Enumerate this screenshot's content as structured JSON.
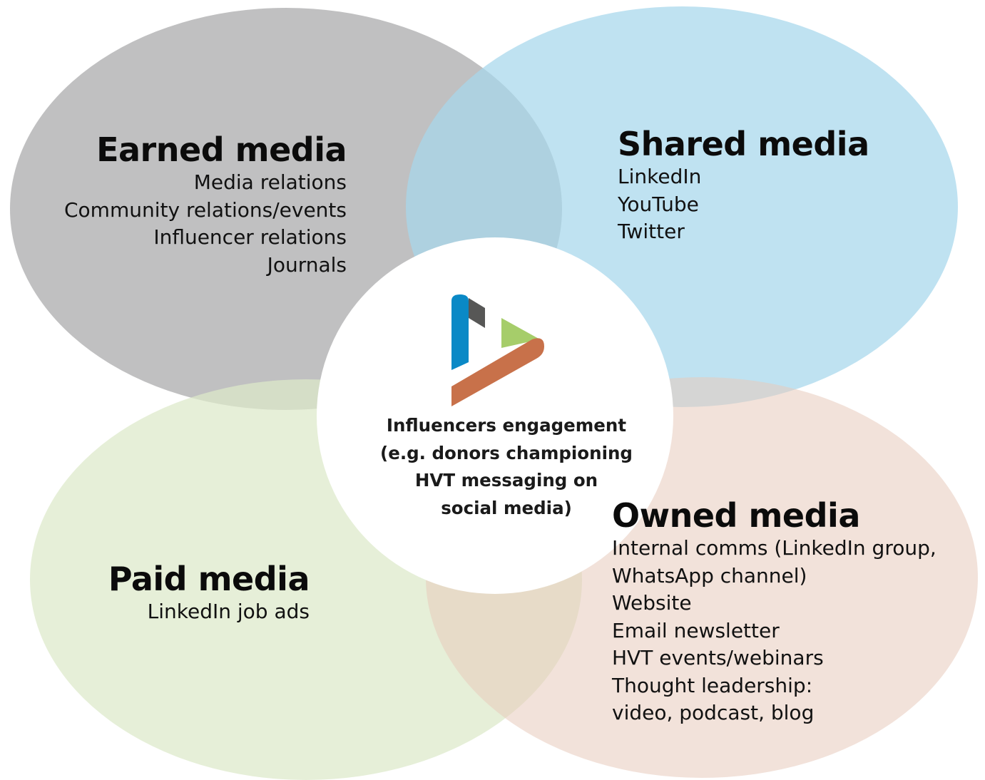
{
  "colors": {
    "earned": "#bdbdbe",
    "shared": "#a6d7eb",
    "paid": "#dde9c9",
    "owned": "#e8cbbb",
    "center": "#ffffff",
    "logo_blue": "#0a89c6",
    "logo_gray": "#575756",
    "logo_green": "#a6cd6a",
    "logo_orange": "#c8714a"
  },
  "earned": {
    "title": "Earned media",
    "items": [
      "Media relations",
      "Community relations/events",
      "Influencer relations",
      "Journals"
    ]
  },
  "shared": {
    "title": "Shared media",
    "items": [
      "LinkedIn",
      "YouTube",
      "Twitter"
    ]
  },
  "paid": {
    "title": "Paid media",
    "items": [
      "LinkedIn job ads"
    ]
  },
  "owned": {
    "title": "Owned media",
    "items": [
      "Internal comms (LinkedIn group,",
      "WhatsApp channel)",
      "Website",
      "Email newsletter",
      "HVT events/webinars",
      "Thought leadership:",
      "video, podcast, blog"
    ]
  },
  "center": {
    "logo_icon": "hvt-logo-icon",
    "lines": [
      "Influencers engagement",
      "(e.g. donors championing",
      "HVT messaging on",
      "social media)"
    ]
  }
}
